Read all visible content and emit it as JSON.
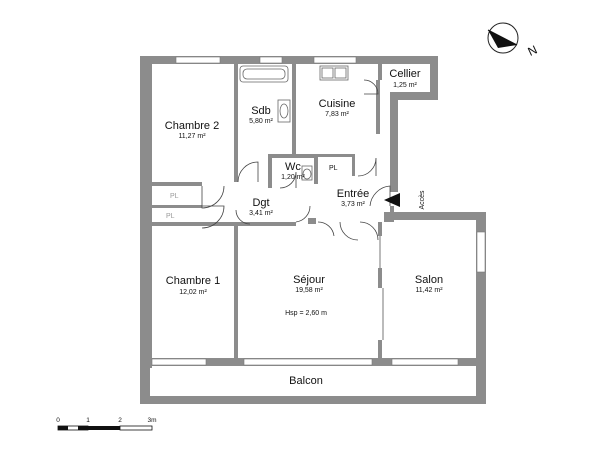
{
  "rooms": {
    "chambre2": {
      "name": "Chambre 2",
      "area": "11,27 m²"
    },
    "sdb": {
      "name": "Sdb",
      "area": "5,80 m²"
    },
    "cuisine": {
      "name": "Cuisine",
      "area": "7,83 m²"
    },
    "cellier": {
      "name": "Cellier",
      "area": "1,25 m²"
    },
    "wc": {
      "name": "Wc",
      "area": "1,20 m²"
    },
    "entree": {
      "name": "Entrée",
      "area": "3,73 m²"
    },
    "dgt": {
      "name": "Dgt",
      "area": "3,41 m²"
    },
    "chambre1": {
      "name": "Chambre 1",
      "area": "12,02 m²"
    },
    "sejour": {
      "name": "Séjour",
      "area": "19,58 m²",
      "note": "Hsp = 2,60 m"
    },
    "salon": {
      "name": "Salon",
      "area": "11,42 m²"
    },
    "balcon": {
      "name": "Balcon"
    }
  },
  "closets": {
    "pl_label": "PL"
  },
  "access_label": "Accès",
  "north_label": "N",
  "scale": {
    "ticks": [
      "0",
      "1",
      "2",
      "3m"
    ]
  }
}
